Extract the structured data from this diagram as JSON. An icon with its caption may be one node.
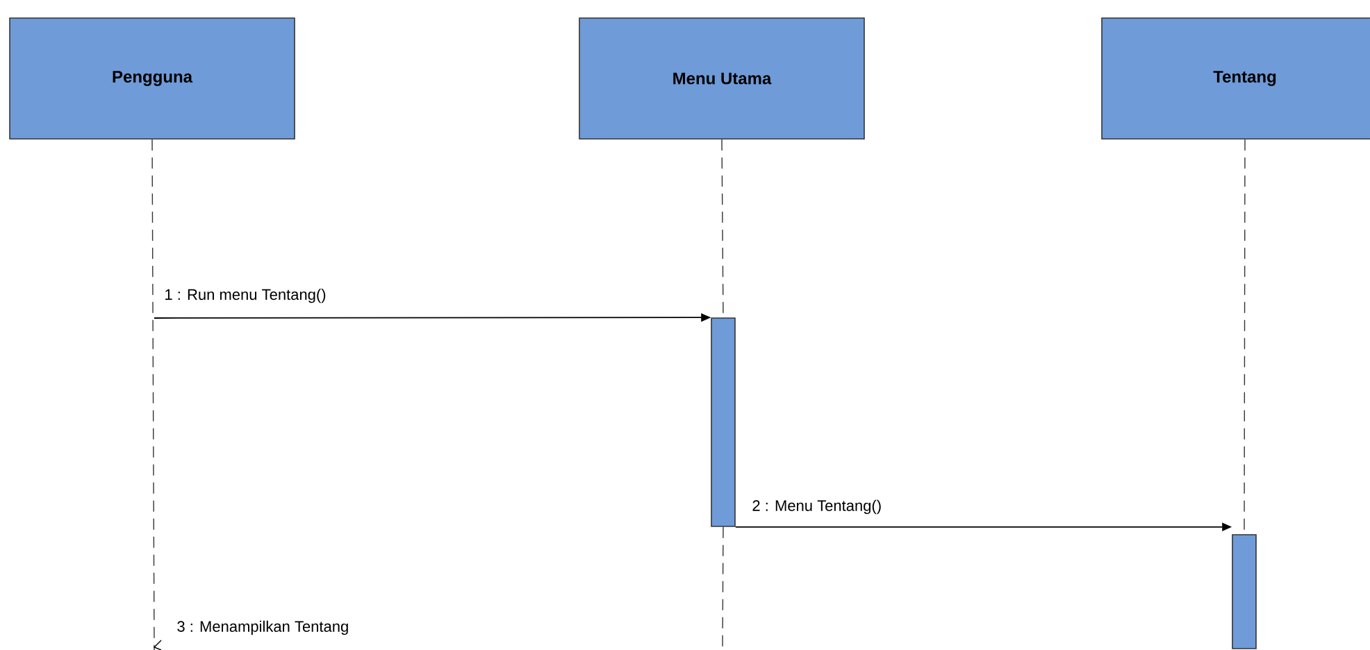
{
  "diagram": {
    "nodes": [
      {
        "text": [
          "Pengguna"
        ]
      },
      {
        "text": [
          "Menu Utama"
        ]
      },
      {
        "text": [
          "Tentang"
        ]
      },
      {
        "text": [],
        "shape": "bar"
      },
      {
        "text": [],
        "shape": "bar"
      }
    ],
    "edges": [
      {
        "from": 0,
        "to": null,
        "arrow": "none",
        "style": "dashed"
      },
      {
        "from": 1,
        "to": 3,
        "arrow": "none",
        "style": "dashed"
      },
      {
        "from": 3,
        "to": null,
        "arrow": "none",
        "style": "dashed"
      },
      {
        "from": 2,
        "to": 4,
        "arrow": "none",
        "style": "dashed"
      },
      {
        "from": null,
        "to": 3,
        "arrow": "to",
        "label": "1 : Run menu Tentang()"
      },
      {
        "from": 3,
        "to": 4,
        "arrow": "to",
        "label": "2 : Menu Tentang()"
      }
    ],
    "labels": [
      "3 : Menampilkan Tentang"
    ]
  }
}
